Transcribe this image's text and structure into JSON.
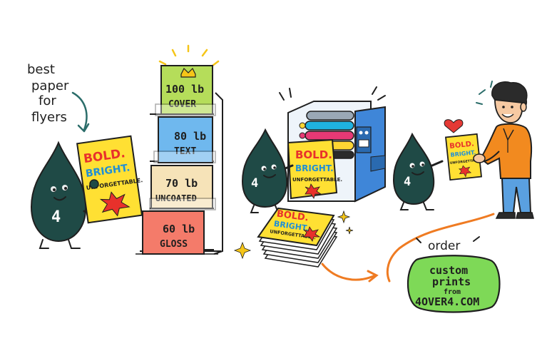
{
  "note": {
    "lines": [
      "best",
      "paper",
      "for",
      "flyers"
    ]
  },
  "flyer": {
    "line1": "BOLD.",
    "line2": "BRIGHT.",
    "line3": "UNFORGETTABLE."
  },
  "mascot": {
    "label": "4"
  },
  "rack": {
    "shelves": [
      {
        "weight": "100 lb",
        "name": "COVER"
      },
      {
        "weight": "80 lb",
        "name": "TEXT"
      },
      {
        "weight": "70 lb",
        "name": "UNCOATED"
      },
      {
        "weight": "60 lb",
        "name": "GLOSS"
      }
    ]
  },
  "cta": {
    "order": "order",
    "line1": "custom",
    "line2": "prints",
    "line3": "from",
    "brand": "4OVER4.COM"
  },
  "colors": {
    "outline": "#1f1f1f",
    "mascot": "#1f4a46",
    "green_sheet": "#b5dd5a",
    "blue_sheet": "#6fb8ee",
    "cream_sheet": "#f6e3b8",
    "coral_sheet": "#f47b6a",
    "flyer_yellow": "#ffe033",
    "flyer_red": "#e8312b",
    "flyer_blue": "#1f8fd6",
    "orange_arrow": "#ef7b22",
    "cta_green": "#7ed957",
    "teal_arrow": "#2b6d6a",
    "heart": "#e53935"
  }
}
